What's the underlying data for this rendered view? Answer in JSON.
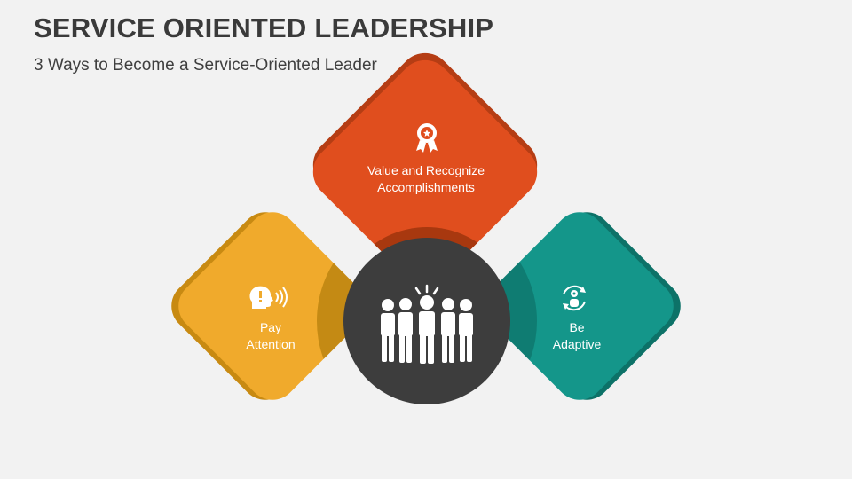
{
  "header": {
    "title": "SERVICE ORIENTED LEADERSHIP",
    "subtitle": "3 Ways to Become a Service-Oriented Leader"
  },
  "diagram": {
    "center_icon": "team-icon",
    "center_color": "#3d3d3d",
    "items": [
      {
        "name": "top",
        "line1": "Value and Recognize",
        "line2": "Accomplishments",
        "icon": "award-ribbon-icon",
        "color": "#e04e1e",
        "shadow_color": "#b53d14"
      },
      {
        "name": "left",
        "line1": "Pay",
        "line2": "Attention",
        "icon": "speaking-head-icon",
        "color": "#f0aa2c",
        "shadow_color": "#c88a12"
      },
      {
        "name": "right",
        "line1": "Be",
        "line2": "Adaptive",
        "icon": "adaptive-person-gear-icon",
        "color": "#14968a",
        "shadow_color": "#0d7268"
      }
    ]
  }
}
